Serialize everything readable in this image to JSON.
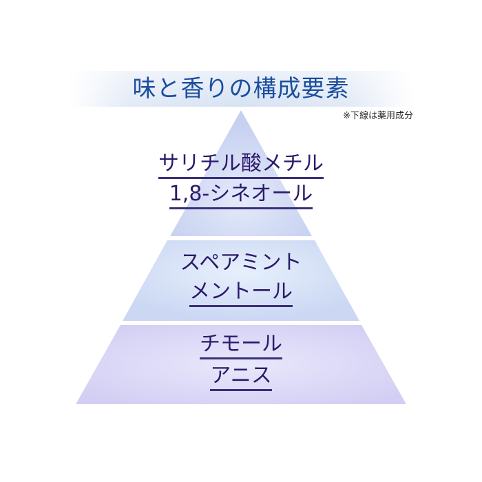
{
  "title": "味と香りの構成要素",
  "note": "※下線は薬用成分",
  "tiers": [
    {
      "lines": [
        {
          "text": "サリチル酸メチル",
          "underlined": true
        },
        {
          "text": "1,8-シネオール",
          "underlined": true
        }
      ]
    },
    {
      "lines": [
        {
          "text": "スペアミント",
          "underlined": false
        },
        {
          "text": "メントール",
          "underlined": true
        }
      ]
    },
    {
      "lines": [
        {
          "text": "チモール",
          "underlined": true
        },
        {
          "text": "アニス",
          "underlined": true
        }
      ]
    }
  ],
  "colors": {
    "title": "#1b4e9e",
    "text": "#2b1a6b",
    "tier_top": "#ccd6f2",
    "tier_mid": "#d6e2f7",
    "tier_bottom": "#d9d6f5"
  }
}
